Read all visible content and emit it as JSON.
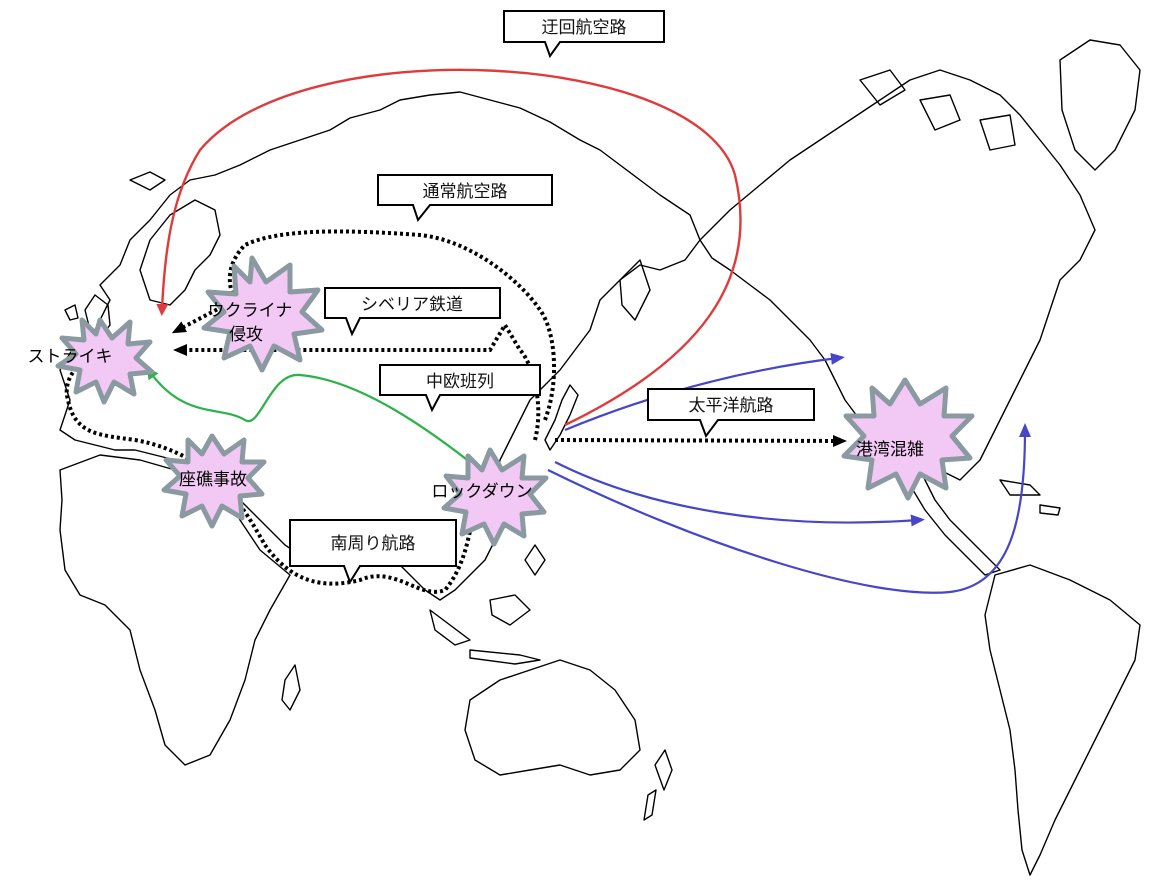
{
  "map": {
    "callouts": {
      "detour_air": "迂回航空路",
      "normal_air": "通常航空路",
      "siberian_rail": "シベリア鉄道",
      "china_europe_rail": "中欧班列",
      "pacific_sea": "太平洋航路",
      "southern_sea": "南周り航路"
    },
    "events": {
      "strike": "ストライキ",
      "ukraine_line1": "ウクライナ",
      "ukraine_line2": "侵攻",
      "grounding": "座礁事故",
      "lockdown": "ロックダウン",
      "port_congestion": "港湾混雑"
    },
    "colors": {
      "detour_air": "#e03b3b",
      "china_europe_rail": "#2db24a",
      "pacific_sea": "#4646c8",
      "dotted_routes": "#000000",
      "burst_fill": "#f2c8f4",
      "burst_stroke": "#8a9aa0",
      "coastline": "#000000"
    }
  }
}
